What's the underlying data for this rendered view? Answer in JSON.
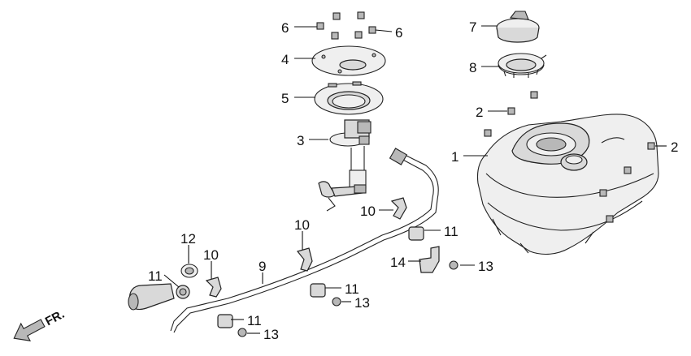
{
  "diagram": {
    "direction_label": "FR.",
    "callouts": [
      {
        "id": "c6a",
        "text": "6"
      },
      {
        "id": "c6b",
        "text": "6"
      },
      {
        "id": "c4",
        "text": "4"
      },
      {
        "id": "c5",
        "text": "5"
      },
      {
        "id": "c3",
        "text": "3"
      },
      {
        "id": "c7",
        "text": "7"
      },
      {
        "id": "c8",
        "text": "8"
      },
      {
        "id": "c2a",
        "text": "2"
      },
      {
        "id": "c1",
        "text": "1"
      },
      {
        "id": "c2b",
        "text": "2"
      },
      {
        "id": "c10a",
        "text": "10"
      },
      {
        "id": "c10b",
        "text": "10"
      },
      {
        "id": "c11a",
        "text": "11"
      },
      {
        "id": "c12",
        "text": "12"
      },
      {
        "id": "c10c",
        "text": "10"
      },
      {
        "id": "c9",
        "text": "9"
      },
      {
        "id": "c11b",
        "text": "11"
      },
      {
        "id": "c11c",
        "text": "11"
      },
      {
        "id": "c11d",
        "text": "11"
      },
      {
        "id": "c14",
        "text": "14"
      },
      {
        "id": "c13a",
        "text": "13"
      },
      {
        "id": "c13b",
        "text": "13"
      },
      {
        "id": "c13c",
        "text": "13"
      }
    ]
  }
}
